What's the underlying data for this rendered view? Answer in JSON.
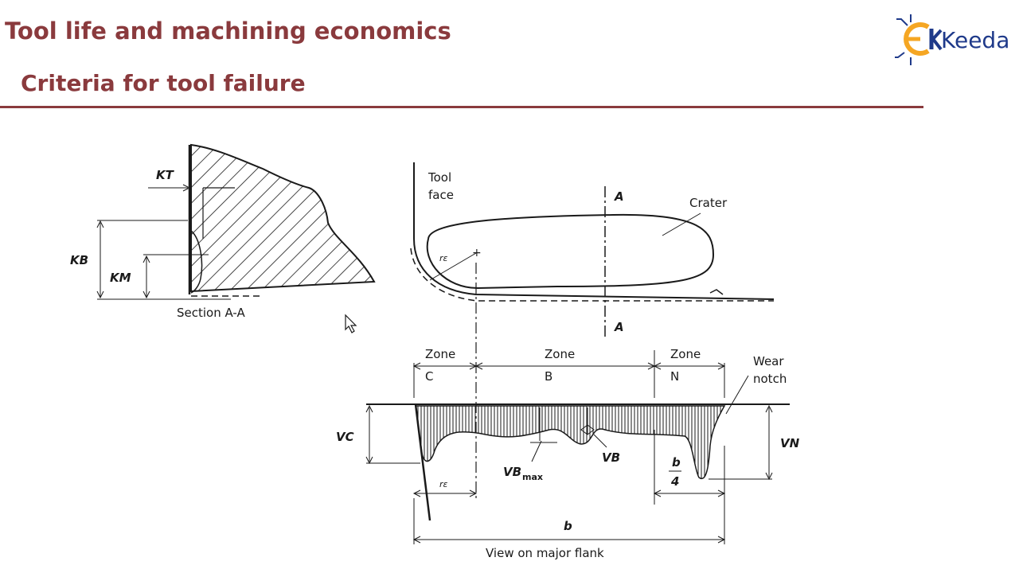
{
  "header": {
    "title": "Tool life and machining economics",
    "subtitle": "Criteria for tool failure"
  },
  "logo": {
    "text": "Keeda",
    "brand_color": "#1f3a8a",
    "accent_color": "#f5a623"
  },
  "figure": {
    "section": {
      "kt": "KT",
      "kb": "KB",
      "km": "KM",
      "caption": "Section A-A"
    },
    "face": {
      "tool_label_line1": "Tool",
      "tool_label_line2": "face",
      "crater": "Crater",
      "a_top": "A",
      "a_bottom": "A",
      "re": "rε"
    },
    "flank": {
      "zone_c_label": "Zone",
      "zone_c_letter": "C",
      "zone_b_label": "Zone",
      "zone_b_letter": "B",
      "zone_n_label": "Zone",
      "zone_n_letter": "N",
      "wear_notch_line1": "Wear",
      "wear_notch_line2": "notch",
      "vc": "VC",
      "vn": "VN",
      "vb": "VB",
      "vb_max_main": "VB",
      "vb_max_sub": "max",
      "re": "rε",
      "b4_num": "b",
      "b4_den": "4",
      "b": "b",
      "caption": "View on major flank"
    }
  },
  "colors": {
    "title": "#8a3a3d",
    "rule": "#8a3a3d",
    "ink": "#1a1a1a"
  },
  "cursor": {
    "icon": "mouse-pointer-icon"
  }
}
